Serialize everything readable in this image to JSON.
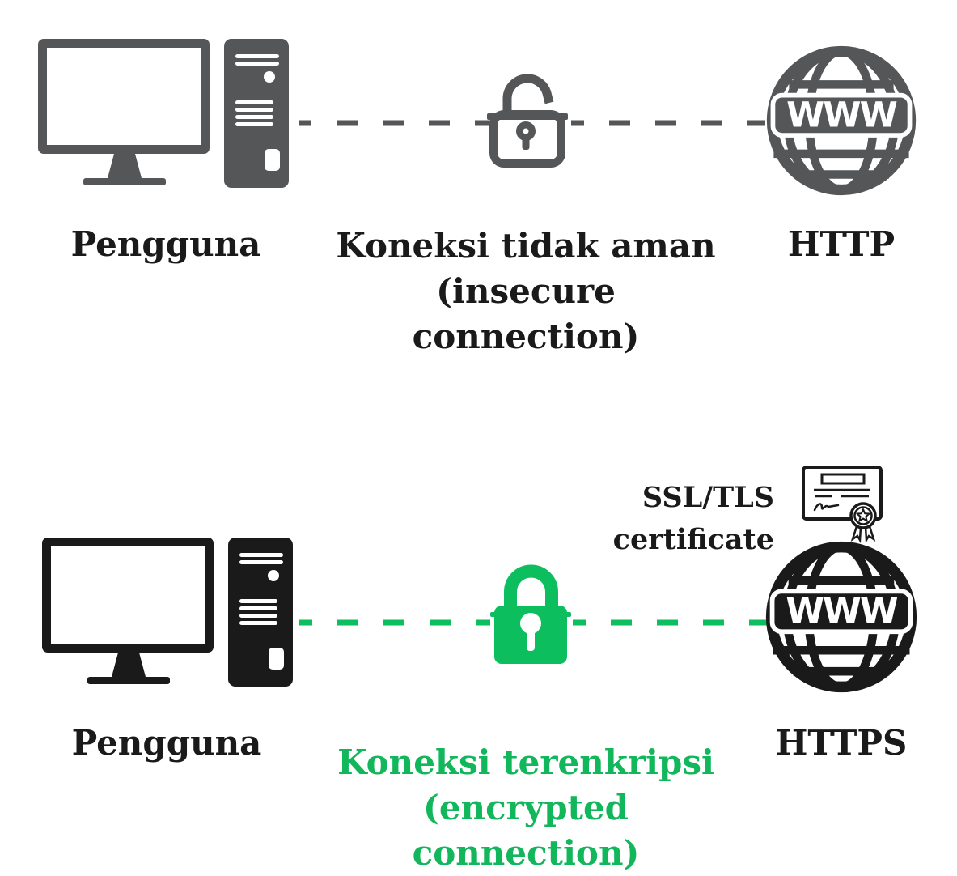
{
  "colors": {
    "gray": "#555658",
    "black": "#1a1a1a",
    "green": "#0dbe5f",
    "green_text": "#12b75c",
    "background": "#ffffff"
  },
  "globe_text": "WWW",
  "icons": {
    "user_computer": "desktop-computer-icon",
    "insecure_connection": "open-padlock-icon",
    "secure_connection": "closed-padlock-icon",
    "web_server": "www-globe-icon",
    "certificate": "certificate-icon",
    "connection": "dashed-connection-line"
  },
  "top_row": {
    "user_label": "Pengguna",
    "connection_line1": "Koneksi tidak aman",
    "connection_line2": "(insecure connection)",
    "protocol_label": "HTTP"
  },
  "bottom_row": {
    "certificate_label": "SSL/TLS certificate",
    "user_label": "Pengguna",
    "connection_line1": "Koneksi terenkripsi",
    "connection_line2": "(encrypted connection)",
    "protocol_label": "HTTPS"
  }
}
